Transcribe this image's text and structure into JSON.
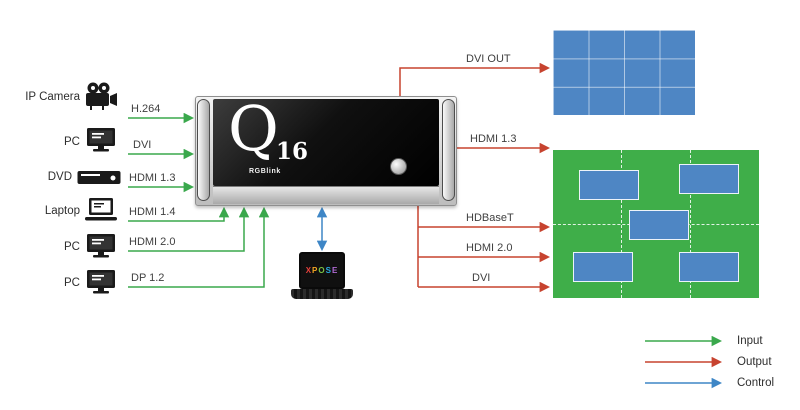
{
  "inputs": [
    {
      "device_label": "IP Camera",
      "connection_label": "H.264"
    },
    {
      "device_label": "PC",
      "connection_label": "DVI"
    },
    {
      "device_label": "DVD",
      "connection_label": "HDMI 1.3"
    },
    {
      "device_label": "Laptop",
      "connection_label": "HDMI 1.4"
    },
    {
      "device_label": "PC",
      "connection_label": "HDMI 2.0"
    },
    {
      "device_label": "PC",
      "connection_label": "DP 1.2"
    }
  ],
  "processor": {
    "brand": "RGBlink",
    "model_letter": "Q",
    "model_number": "16"
  },
  "control": {
    "software_letters": [
      "X",
      "P",
      "O",
      "S",
      "E"
    ]
  },
  "outputs": [
    {
      "connection_label": "DVI OUT"
    },
    {
      "connection_label": "HDMI 1.3"
    },
    {
      "connection_label": "HDBaseT"
    },
    {
      "connection_label": "HDMI 2.0"
    },
    {
      "connection_label": "DVI"
    }
  ],
  "legend": {
    "items": [
      {
        "label": "Input",
        "color": "#3aa84c"
      },
      {
        "label": "Output",
        "color": "#c7432f"
      },
      {
        "label": "Control",
        "color": "#3e86c6"
      }
    ]
  },
  "colors": {
    "input_line": "#3aa84c",
    "output_line": "#c7432f",
    "control_line": "#3e86c6",
    "led_wall": "#4e86c4",
    "video_wall": "#3fae49",
    "video_wall_tile": "#4e86c4"
  }
}
